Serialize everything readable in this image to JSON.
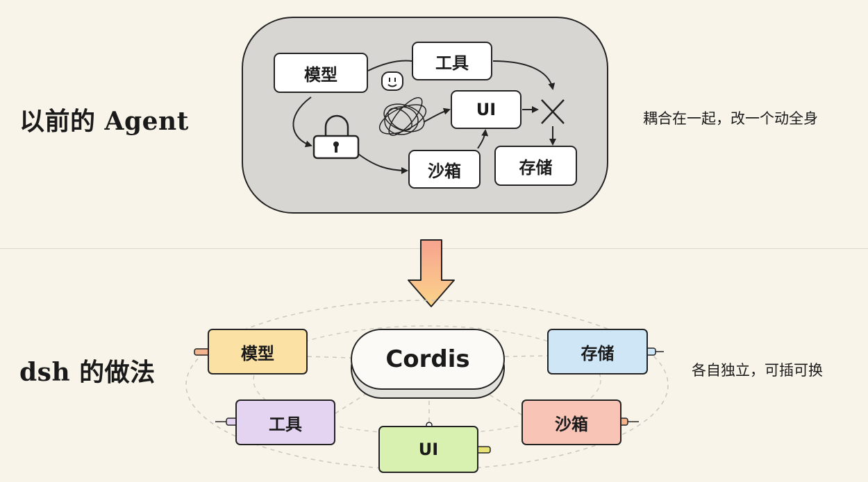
{
  "before": {
    "heading": "以前的 Agent",
    "caption": "耦合在一起，改一个动全身",
    "nodes": {
      "model": "模型",
      "tools": "工具",
      "ui": "UI",
      "sandbox": "沙箱",
      "storage": "存储"
    }
  },
  "after": {
    "heading": "dsh 的做法",
    "caption": "各自独立，可插可换",
    "core": "Cordis",
    "modules": {
      "model": "模型",
      "storage": "存储",
      "tools": "工具",
      "sandbox": "沙箱",
      "ui": "UI"
    }
  },
  "colors": {
    "background": "#f8f4e9",
    "panel": "#d8d6d2",
    "model": "#fbe2a4",
    "storage": "#cfe6f7",
    "tools": "#e4d3f1",
    "sandbox": "#f8c4b6",
    "ui": "#d8f0b0",
    "arrow_top": "#f7a38f",
    "arrow_bottom": "#fbd48a"
  }
}
